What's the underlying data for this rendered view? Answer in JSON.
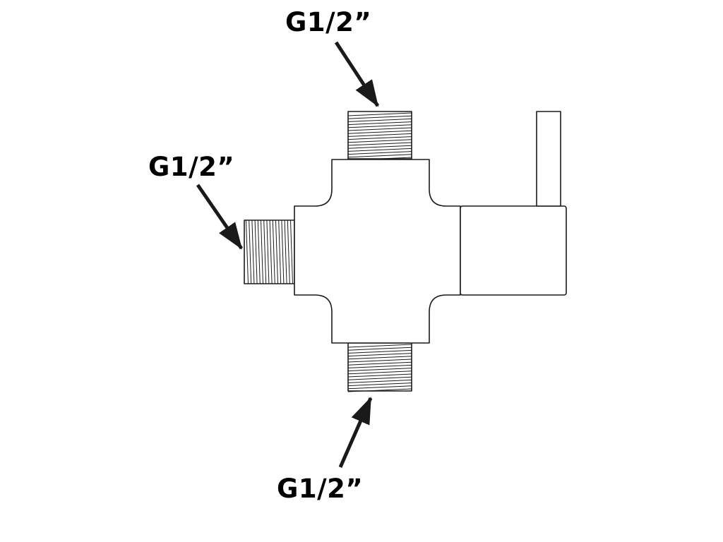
{
  "labels": {
    "top": "G1/2”",
    "left": "G1/2”",
    "bottom": "G1/2”"
  },
  "colors": {
    "line": "#1a1a1a",
    "background": "#ffffff"
  },
  "parts": {
    "ports": [
      "top-thread",
      "left-thread",
      "bottom-thread"
    ],
    "handle": "lever-handle"
  }
}
